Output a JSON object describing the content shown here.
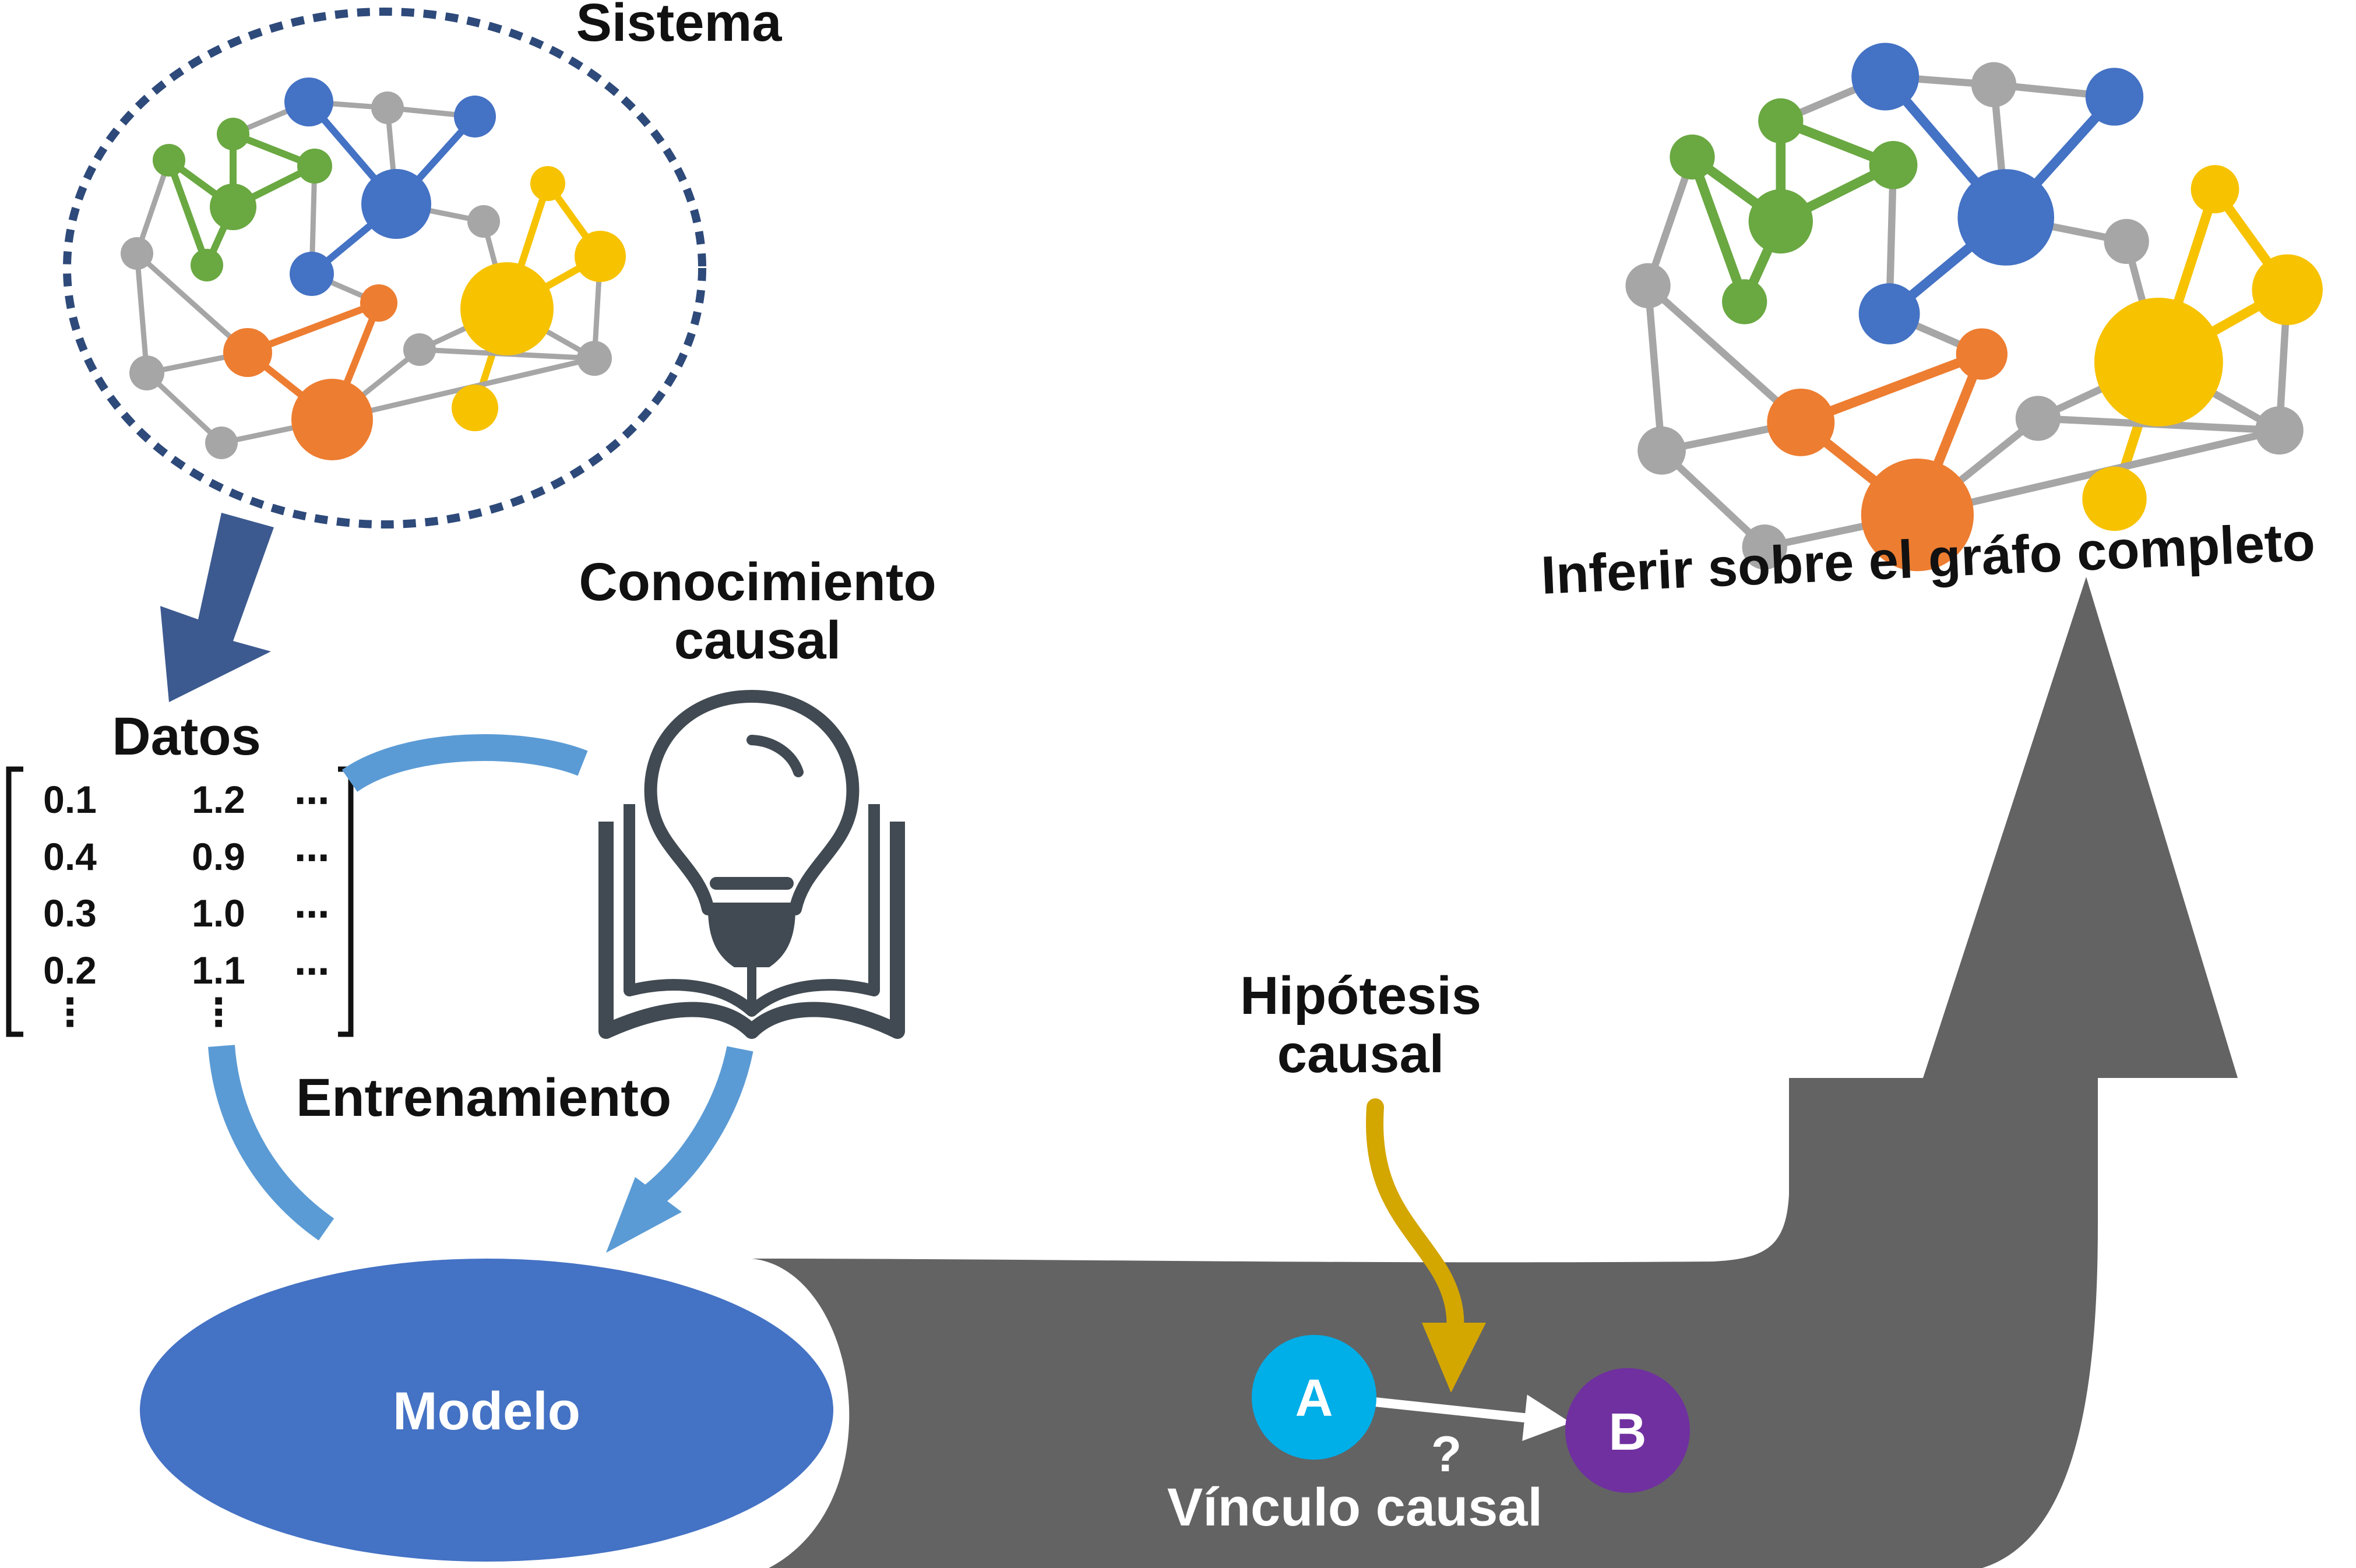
{
  "labels": {
    "system": "Sistema",
    "data": "Datos",
    "knowledge_line1": "Conocimiento",
    "knowledge_line2": "causal",
    "training": "Entrenamiento",
    "model": "Modelo",
    "hypothesis_line1": "Hipótesis",
    "hypothesis_line2": "causal",
    "question": "?",
    "causal_link": "Vínculo causal",
    "infer": "Inferir sobre el gráfo completo",
    "node_a": "A",
    "node_b": "B"
  },
  "matrix": {
    "rows": [
      [
        "0.1",
        "1.2",
        "⋯"
      ],
      [
        "0.4",
        "0.9",
        "⋯"
      ],
      [
        "0.3",
        "1.0",
        "⋯"
      ],
      [
        "0.2",
        "1.1",
        "⋯"
      ],
      [
        "⋮",
        "⋮",
        ""
      ]
    ]
  },
  "colors": {
    "green": "#6aa842",
    "blue": "#4472c4",
    "yellow": "#f7c200",
    "orange": "#ed7d31",
    "gray": "#a6a6a6",
    "dotted_border": "#2e4a7a",
    "down_arrow": "#3c5a8f",
    "loop_arrow": "#5b9bd5",
    "model_fill": "#4472c4",
    "big_arrow": "#636363",
    "hypothesis_arrow": "#d4a600",
    "node_a": "#00aee8",
    "node_b": "#7030a0",
    "icon": "#414a52"
  },
  "icons": {
    "knowledge": "lightbulb-book-icon"
  }
}
